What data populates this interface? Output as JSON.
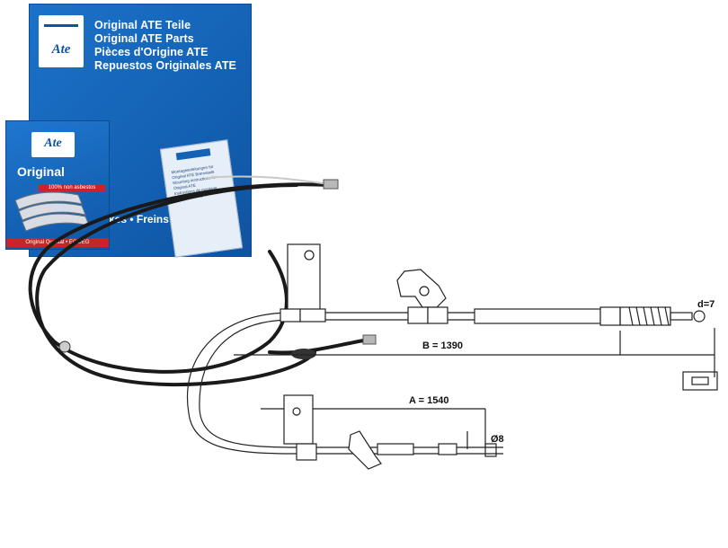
{
  "product": {
    "box_lines": [
      "Original ATE Teile",
      "Original ATE Parts",
      "Pièces d'Origine ATE",
      "Repuestos Originales ATE"
    ],
    "box_logo": "Ate",
    "brakes_text": "Brakes • Freins • Frenos",
    "small_box": {
      "logo": "Ate",
      "word": "Original",
      "asbestos": "100% non asbestos",
      "ece": "Original Qualität • ECE/EG"
    },
    "booklet_title": "Montageanleitungen für Original ATE Bremsteile",
    "booklet_lines": [
      "Mounting instructions for Original ATE",
      "Instructions de montage pour ATE d'origine"
    ]
  },
  "drawing": {
    "dim_b": "B = 1390",
    "dim_a": "A = 1540",
    "dim_d": "d=7",
    "dim_dia": "Ø8"
  },
  "colors": {
    "box_blue": "#1462b5",
    "line": "#222222",
    "cable_black": "#1a1a1a"
  }
}
